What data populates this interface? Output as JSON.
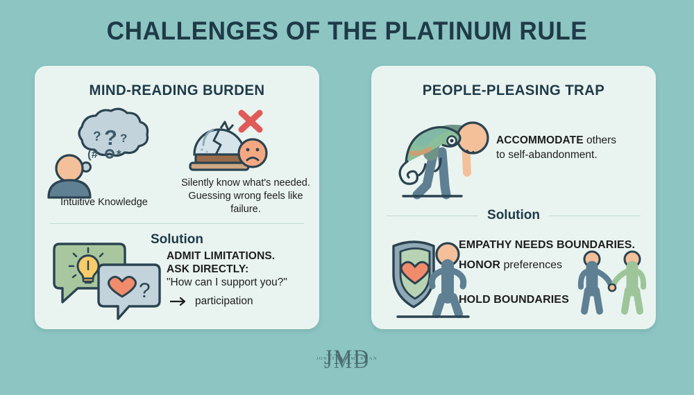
{
  "page": {
    "title": "CHALLENGES OF THE PLATINUM RULE",
    "background_color": "#8cc5c2",
    "card_color": "#e9f4f1",
    "heading_color": "#1f3a47"
  },
  "cards": [
    {
      "id": "mind-reading-burden",
      "title": "MIND-READING BURDEN",
      "problem": {
        "left_icon": "thinking-person-icon",
        "left_caption": "Intuitive Knowledge",
        "right_icon": "broken-crystal-ball-icon",
        "right_text": "Silently know what's needed. Guessing wrong feels like failure."
      },
      "solution": {
        "label": "Solution",
        "icon": "speech-bubbles-idea-icon",
        "lines": [
          {
            "text": "ADMIT LIMITATIONS.",
            "bold": true
          },
          {
            "text": "ASK DIRECTLY:",
            "bold": true
          },
          {
            "text": "\"How can I support you?\"",
            "bold": false
          },
          {
            "text": "participation",
            "bold": false,
            "prefix_icon": "arrow-right-icon"
          }
        ]
      }
    },
    {
      "id": "people-pleasing-trap",
      "title": "PEOPLE-PLEASING TRAP",
      "problem": {
        "left_icon": "chameleon-on-bent-person-icon",
        "text_bold": "ACCOMMODATE",
        "text_rest": " others",
        "text_line2": "to self-abandonment."
      },
      "solution": {
        "label": "Solution",
        "icon": "shield-heart-person-icon",
        "second_icon": "two-people-handshake-icon",
        "lines": [
          {
            "text": "EMPATHY NEEDS BOUNDARIES.",
            "bold": true
          },
          {
            "bold_part": "HONOR",
            "rest": " preferences"
          },
          {
            "text": "HOLD BOUNDARIES",
            "bold": true
          }
        ]
      }
    }
  ],
  "watermark": {
    "monogram": "JMD",
    "subtitle": "JONATHAN M. ROAN"
  },
  "colors": {
    "teal_bg": "#8cc5c2",
    "card_bg": "#e9f4f1",
    "ink": "#1f3a47",
    "slate_blue": "#5f7f93",
    "sage_green": "#9ec49a",
    "peach": "#f4c09a",
    "coral": "#f08b6b",
    "yellow": "#f7cd6b",
    "light_blue_grey": "#c3d3dc",
    "red_x": "#e05a5a",
    "brown": "#9a6b4a",
    "divider": "#c4d8d4"
  }
}
